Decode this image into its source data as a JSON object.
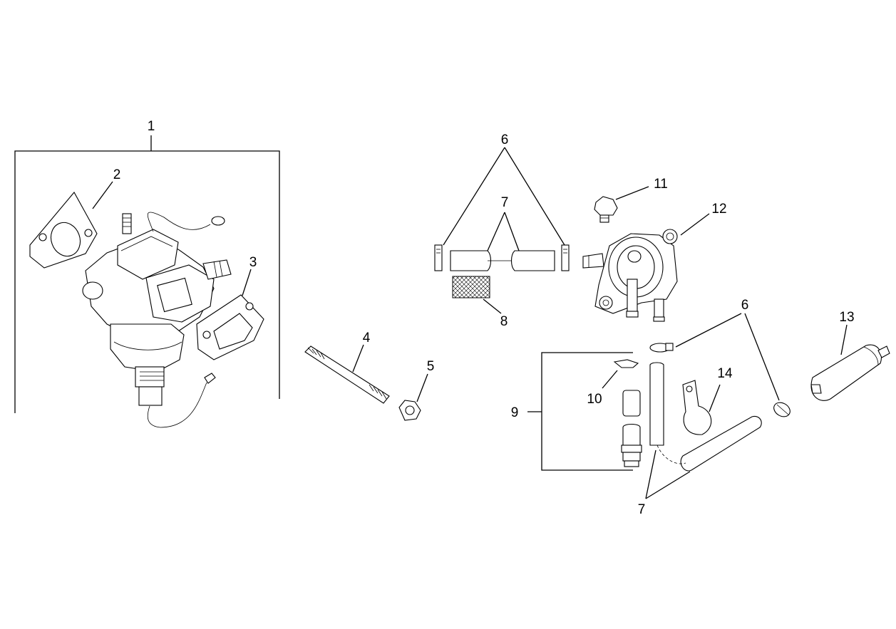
{
  "callouts": {
    "c1": "1",
    "c2": "2",
    "c3": "3",
    "c4": "4",
    "c5": "5",
    "c6a": "6",
    "c6b": "6",
    "c7a": "7",
    "c7b": "7",
    "c8": "8",
    "c9": "9",
    "c10": "10",
    "c11": "11",
    "c12": "12",
    "c13": "13",
    "c14": "14"
  }
}
